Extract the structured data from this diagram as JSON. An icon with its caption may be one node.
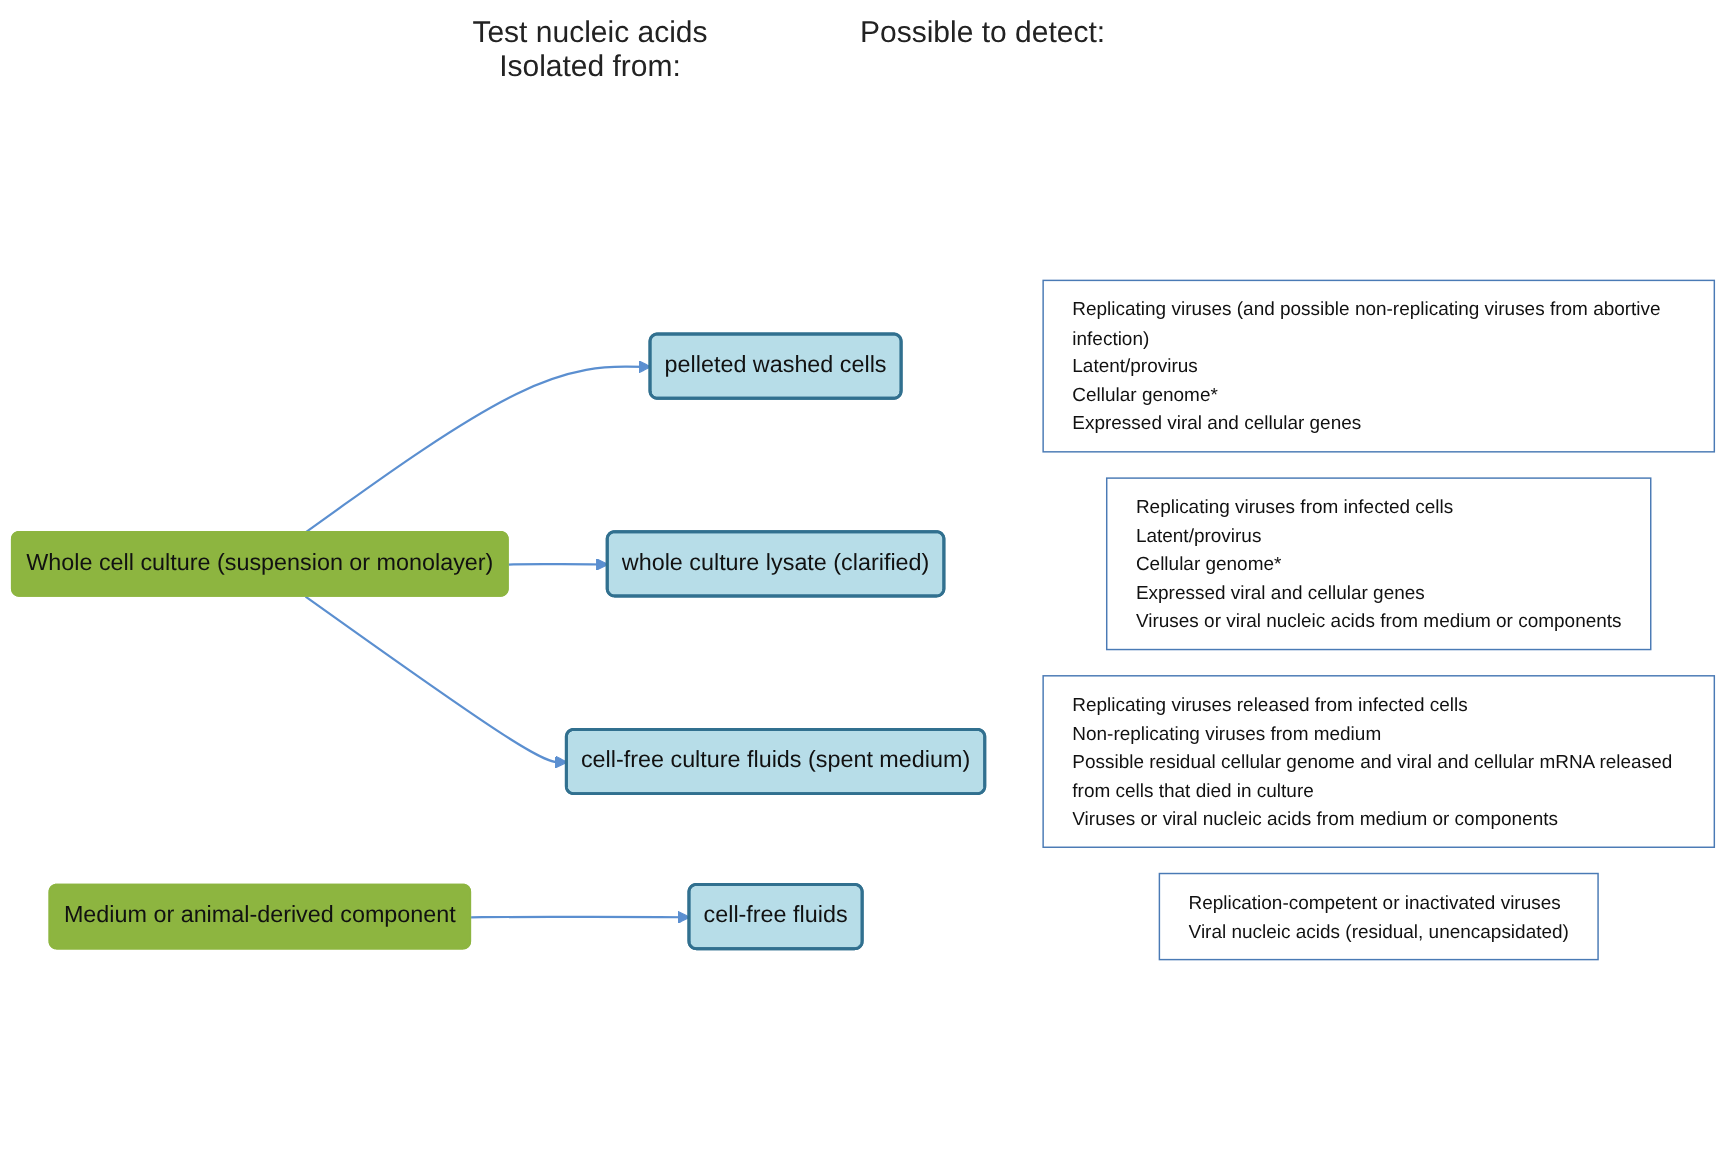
{
  "diagram": {
    "nodes": [
      {
        "text": [
          "Whole cell culture (suspension or monolayer)"
        ]
      },
      {
        "text": [
          "Medium or animal-derived component"
        ]
      },
      {
        "text": [
          "pelleted washed cells"
        ]
      },
      {
        "text": [
          "whole culture lysate (clarified)"
        ]
      },
      {
        "text": [
          "cell-free culture fluids (spent medium)"
        ]
      },
      {
        "text": [
          "cell-free fluids"
        ]
      },
      {
        "text": [
          "Replicating viruses (and possible non-replicating viruses from abortive infection)",
          "Latent/provirus",
          "Cellular genome*",
          "Expressed viral and cellular genes"
        ]
      },
      {
        "text": [
          "Replicating viruses from infected cells",
          "Latent/provirus",
          "Cellular genome*",
          "Expressed viral and cellular genes",
          "Viruses or viral nucleic acids from medium or components"
        ]
      },
      {
        "text": [
          "Replicating viruses released from infected cells",
          "Non-replicating viruses from medium",
          "Possible residual cellular genome and viral and cellular mRNA released from cells that died in culture",
          "Viruses or viral nucleic acids from medium or components"
        ]
      },
      {
        "text": [
          "Replication-competent or inactivated viruses",
          "Viral nucleic acids (residual, unencapsidated)"
        ]
      }
    ],
    "edges": [
      {
        "from": 0,
        "to": 2,
        "arrow": "to"
      },
      {
        "from": 0,
        "to": 3,
        "arrow": "to"
      },
      {
        "from": 0,
        "to": 4,
        "arrow": "to"
      },
      {
        "from": 1,
        "to": 5,
        "arrow": "to"
      }
    ],
    "labels": [
      "Test nucleic acids Isolated from:",
      "Possible to detect:"
    ]
  }
}
